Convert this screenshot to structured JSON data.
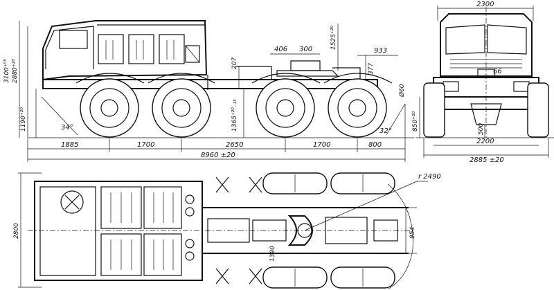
{
  "side_view": {
    "overall_height": "3100⁺⁵⁵",
    "cab_height": "2880⁺²⁰",
    "frame_height": "1190⁺²⁰",
    "approach_angle": "34°",
    "clearance_mid": "1365⁺²⁰₋₁₅",
    "dim_207": "207",
    "dim_406": "406",
    "dim_300": "300",
    "dim_1525": "1525⁺²⁰",
    "dim_933": "933",
    "dim_377": "377",
    "hitch_dia": "Ø60",
    "departure_angle": "32°",
    "seg_1885": "1885",
    "seg_1700a": "1700",
    "seg_2650": "2650",
    "seg_1700b": "1700",
    "seg_800": "800",
    "overall_length": "8960 ±20"
  },
  "front_view": {
    "width_top": "2300",
    "ground_clearance": "850⁺²⁰",
    "dim_66": "66",
    "dim_500": "500",
    "track": "2200",
    "overall_width": "2885 ±20"
  },
  "top_view": {
    "width": "2800",
    "turn_radius": "r 2490",
    "dim_954": "954",
    "dim_1390": "1390"
  }
}
